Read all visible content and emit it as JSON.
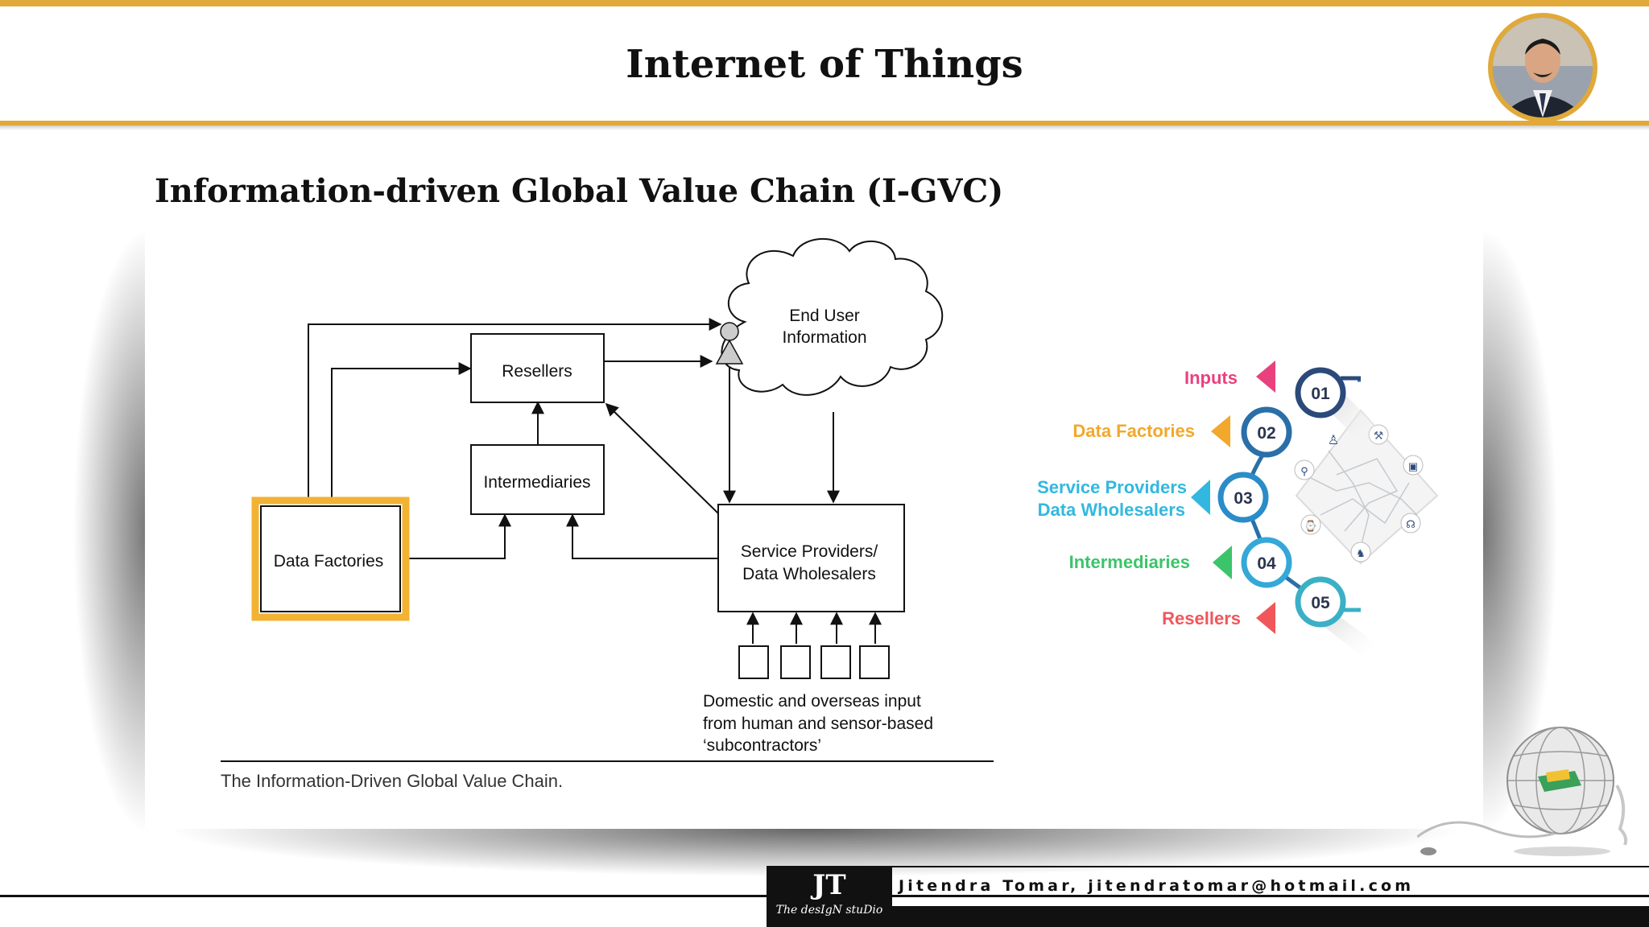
{
  "header": {
    "title": "Internet of Things"
  },
  "slide": {
    "subtitle": "Information-driven Global Value Chain (I-GVC)"
  },
  "diagram": {
    "nodes": {
      "data_factories": "Data Factories",
      "resellers": "Resellers",
      "intermediaries": "Intermediaries",
      "service_providers_line1": "Service Providers/",
      "service_providers_line2": "Data Wholesalers",
      "end_user_line1": "End User",
      "end_user_line2": "Information"
    },
    "inputs_caption": [
      "Domestic and overseas input",
      "from human and sensor-based",
      "‘subcontractors’"
    ],
    "figure_caption": "The Information-Driven Global Value Chain.",
    "highlight_color": "#f2b233"
  },
  "steps": [
    {
      "number": "01",
      "label": "Inputs",
      "color": "#e8417e"
    },
    {
      "number": "02",
      "label": "Data Factories",
      "color": "#f2a82a"
    },
    {
      "number": "03",
      "label_line1": "Service Providers",
      "label_line2": "Data Wholesalers",
      "color": "#32b8e0"
    },
    {
      "number": "04",
      "label": "Intermediaries",
      "color": "#3cc46a"
    },
    {
      "number": "05",
      "label": "Resellers",
      "color": "#f0565a"
    }
  ],
  "footer": {
    "logo_mark": "JT",
    "logo_sub": "The desIgN stuDio",
    "credit": "Jitendra Tomar, jitendratomar@hotmail.com"
  }
}
